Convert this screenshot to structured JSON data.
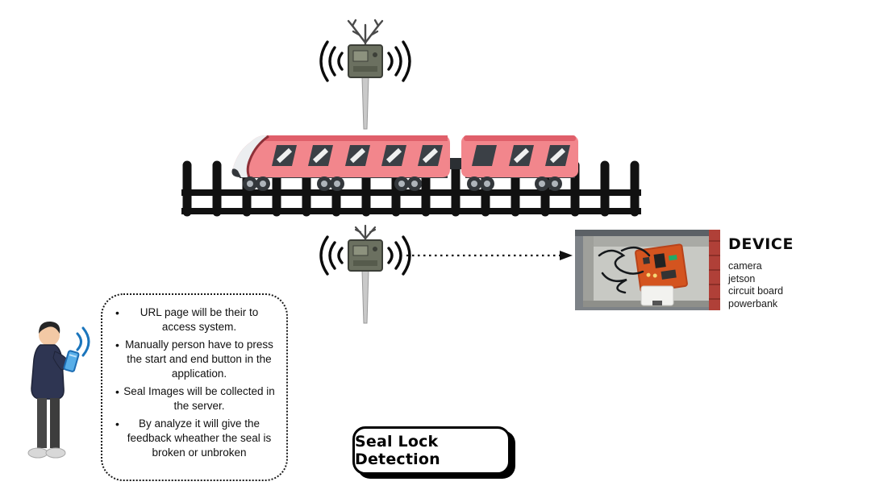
{
  "diagram": {
    "title": "Seal Lock Detection"
  },
  "device_info": {
    "heading": "DEVICE",
    "items": [
      "camera",
      "jetson",
      "circuit board",
      "powerbank"
    ]
  },
  "notes": {
    "bullets": [
      "URL page will be their to access system.",
      "Manually person have to press the start and end button in  the application.",
      "Seal Images will be collected in the server.",
      "By analyze it will give the feedback  wheather the seal is broken or unbroken"
    ]
  },
  "icons": {
    "top_transmitter": "antenna-transmitter-icon",
    "bottom_transmitter": "antenna-transmitter-icon",
    "wifi": "wifi-waves-icon",
    "train": "train-icon",
    "track": "railway-track-icon",
    "person": "person-with-phone-icon",
    "arrow": "dotted-arrow-icon",
    "photo": "device-photo"
  },
  "colors": {
    "train_body": "#F2868C",
    "train_roof": "#E05F6A",
    "window": "#3B4046",
    "track": "#111111",
    "board_orange": "#D4541F",
    "phone_blue": "#58AEE8"
  }
}
